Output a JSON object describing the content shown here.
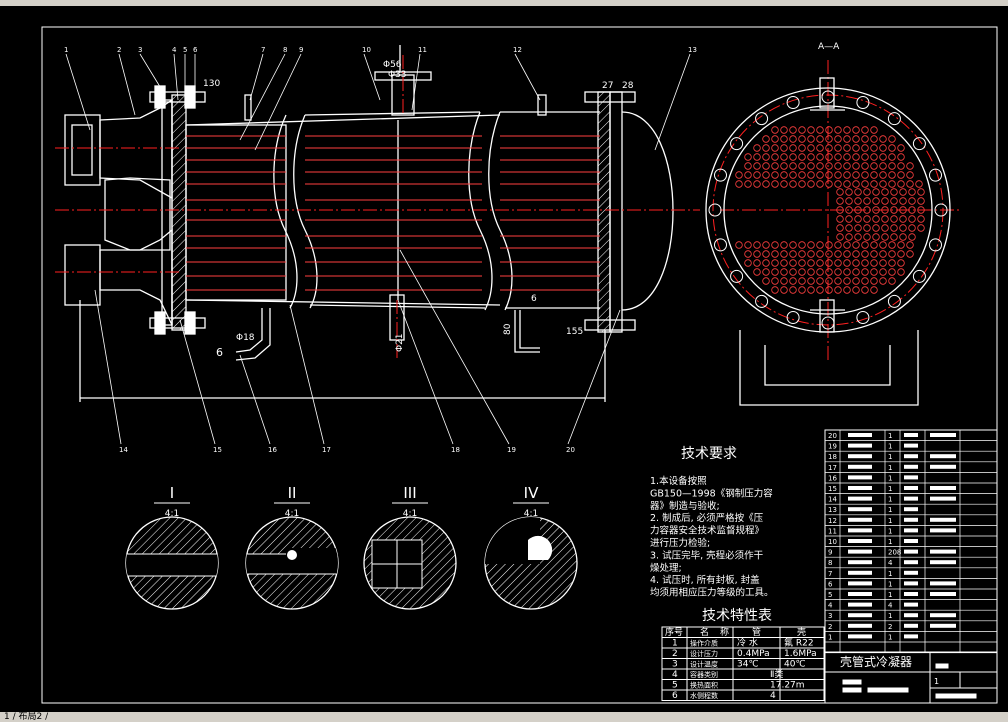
{
  "window": {
    "status_text": "1 / 布局2 /"
  },
  "colors": {
    "background": "#000000",
    "lines": "#ffffff",
    "centerline": "#ff2020",
    "tubes": "#ff4040",
    "hatch": "#ffffff",
    "chrome": "#d4d0c8"
  },
  "drawing": {
    "section_label": "A—A",
    "dimensions": {
      "d130": "130",
      "d56": "Φ56",
      "d33": "Φ33",
      "d27": "27",
      "d28": "28",
      "d155": "155",
      "d80": "80",
      "d6": "6",
      "d18": "Φ18",
      "d21": "Φ21",
      "d_s6": "6"
    },
    "top_part_numbers": [
      "1",
      "2",
      "3",
      "4",
      "5",
      "6",
      "7",
      "8",
      "9",
      "10",
      "11",
      "12",
      "13"
    ],
    "bottom_part_numbers": [
      "14",
      "15",
      "16",
      "17",
      "18",
      "19",
      "20"
    ],
    "details": [
      {
        "numeral": "I",
        "scale": "4:1"
      },
      {
        "numeral": "II",
        "scale": "4:1"
      },
      {
        "numeral": "III",
        "scale": "4:1"
      },
      {
        "numeral": "IV",
        "scale": "4:1"
      }
    ]
  },
  "tech_req": {
    "title": "技术要求",
    "lines": [
      "1.本设备按照",
      "GB150—1998《钢制压力容",
      "器》制造与验收;",
      "2. 制成后, 必须严格按《压",
      "力容器安全技术监督规程》",
      "进行压力检验;",
      "3. 试压完毕, 壳程必须作干",
      "燥处理;",
      "4. 试压时, 所有封板, 封盖",
      "均须用相应压力等级的工具。"
    ]
  },
  "char_table": {
    "title": "技术特性表",
    "headers": [
      "序号",
      "名",
      "称",
      "管",
      "壳"
    ],
    "rows": [
      [
        "1",
        "操作介质",
        "冷 水",
        "氟 R22"
      ],
      [
        "2",
        "设计压力",
        "0.4MPa",
        "1.6MPa"
      ],
      [
        "3",
        "设计温度",
        "34℃",
        "40℃"
      ],
      [
        "4",
        "容器类别",
        "Ⅱ类",
        ""
      ],
      [
        "5",
        "换热面积",
        "17.27m",
        ""
      ],
      [
        "6",
        "水侧程数",
        "4",
        ""
      ]
    ]
  },
  "bom": {
    "rows": [
      [
        "20",
        "1"
      ],
      [
        "19",
        "1"
      ],
      [
        "18",
        "1"
      ],
      [
        "17",
        "1"
      ],
      [
        "16",
        "1"
      ],
      [
        "15",
        "1"
      ],
      [
        "14",
        "1"
      ],
      [
        "13",
        "1"
      ],
      [
        "12",
        "1"
      ],
      [
        "11",
        "1"
      ],
      [
        "10",
        "1"
      ],
      [
        "9",
        "208"
      ],
      [
        "8",
        "4"
      ],
      [
        "7",
        "1"
      ],
      [
        "6",
        "1"
      ],
      [
        "5",
        "1"
      ],
      [
        "4",
        "4"
      ],
      [
        "3",
        "1"
      ],
      [
        "2",
        "2"
      ],
      [
        "1",
        "1"
      ]
    ],
    "title_block_name": "壳管式冷凝器",
    "sheet_no": "1"
  }
}
